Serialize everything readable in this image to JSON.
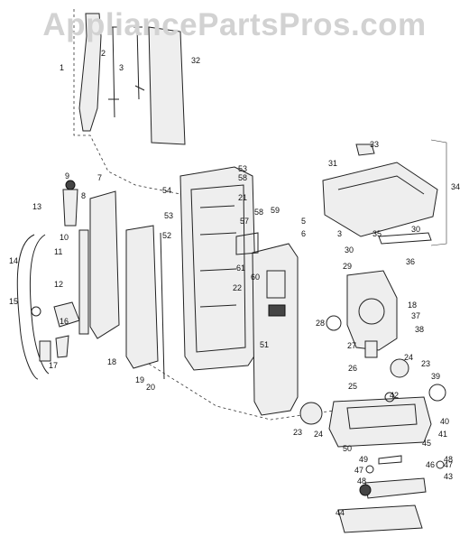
{
  "watermark": "AppliancePartsPros.com",
  "callouts": [
    "1",
    "2",
    "3",
    "32",
    "33",
    "31",
    "34",
    "3",
    "35",
    "30",
    "30",
    "29",
    "36",
    "18",
    "37",
    "28",
    "38",
    "27",
    "26",
    "24",
    "23",
    "25",
    "42",
    "39",
    "40",
    "41",
    "23",
    "24",
    "45",
    "48",
    "46",
    "47",
    "50",
    "49",
    "47",
    "48",
    "43",
    "44",
    "53",
    "58",
    "54",
    "21",
    "53",
    "52",
    "57",
    "58",
    "59",
    "5",
    "6",
    "61",
    "60",
    "22",
    "51",
    "8",
    "9",
    "7",
    "13",
    "10",
    "11",
    "14",
    "12",
    "15",
    "16",
    "17",
    "18",
    "19",
    "20"
  ]
}
